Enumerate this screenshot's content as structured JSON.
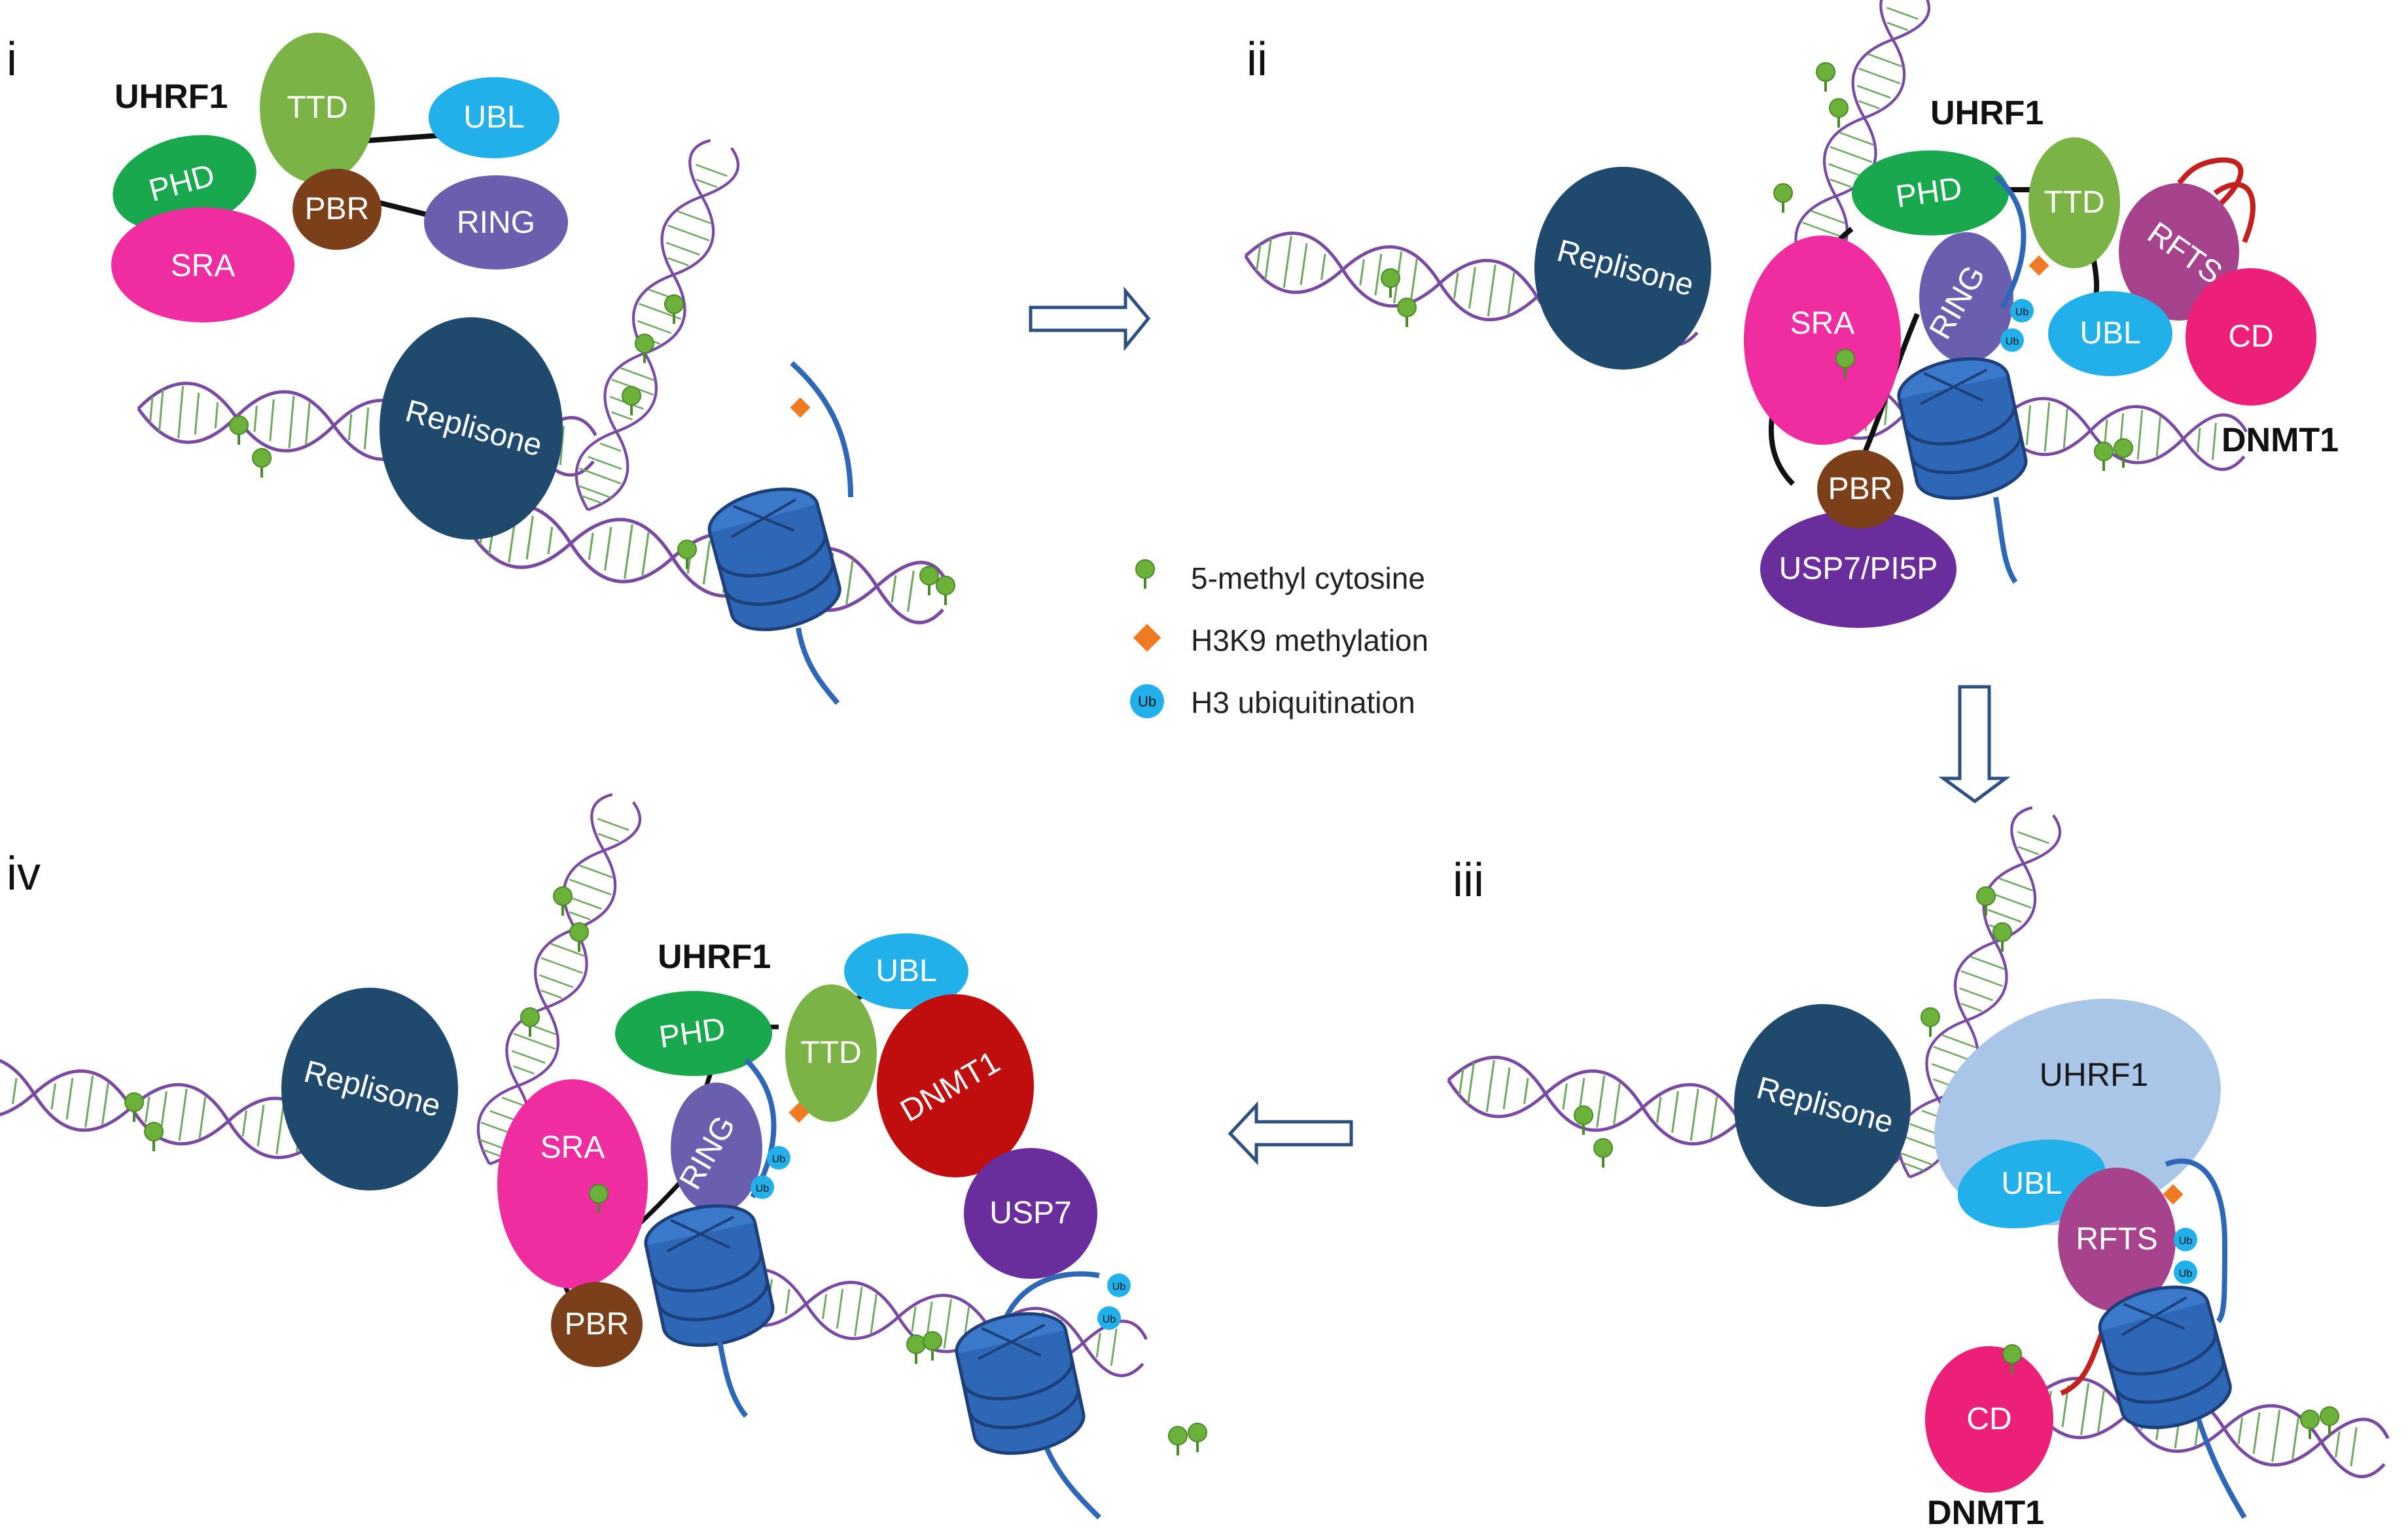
{
  "panels": [
    {
      "id": "i",
      "label": "i",
      "uhrf1_title": "UHRF1",
      "domains": {
        "ttd": "TTD",
        "ubl": "UBL",
        "phd": "PHD",
        "pbr": "PBR",
        "ring": "RING",
        "sra": "SRA"
      },
      "replisome": "Replisone"
    },
    {
      "id": "ii",
      "label": "ii",
      "uhrf1_title": "UHRF1",
      "domains": {
        "phd": "PHD",
        "ttd": "TTD",
        "rfts": "RFTS",
        "sra": "SRA",
        "ring": "RING",
        "ubl": "UBL",
        "cd": "CD",
        "pbr": "PBR",
        "usp": "USP7/PI5P"
      },
      "replisome": "Replisone",
      "dnmt1_title": "DNMT1",
      "ub": "Ub"
    },
    {
      "id": "iii",
      "label": "iii",
      "uhrf1_title": "UHRF1",
      "domains": {
        "ubl": "UBL",
        "rfts": "RFTS",
        "cd": "CD"
      },
      "replisome": "Replisone",
      "dnmt1_title": "DNMT1",
      "ub": "Ub"
    },
    {
      "id": "iv",
      "label": "iv",
      "uhrf1_title": "UHRF1",
      "domains": {
        "ubl": "UBL",
        "phd": "PHD",
        "ttd": "TTD",
        "dnmt1": "DNMT1",
        "sra": "SRA",
        "ring": "RING",
        "usp7": "USP7",
        "pbr": "PBR"
      },
      "replisome": "Replisone",
      "ub": "Ub"
    }
  ],
  "legend": {
    "methyl": "5-methyl cytosine",
    "h3k9": "H3K9 methylation",
    "h3ub": "H3 ubiquitination",
    "ub_symbol": "Ub"
  },
  "colors": {
    "phd": "#1aa84f",
    "ttd": "#7bb346",
    "ubl": "#21b0ea",
    "ring": "#6a5fae",
    "sra": "#ef2ca0",
    "pbr": "#7b3f1a",
    "replisome": "#1f4a6e",
    "rfts": "#a6438c",
    "cd": "#ec1f79",
    "usp": "#6a2d9c",
    "dnmt1": "#c00d0d",
    "uhrf1_blob": "#a9c6e8",
    "dna": "#7a4aa3",
    "nucleosome": "#2e67b5",
    "methyl": "#6cb23a",
    "h3k9": "#ef7a23",
    "linker_red": "#c41f1f"
  }
}
